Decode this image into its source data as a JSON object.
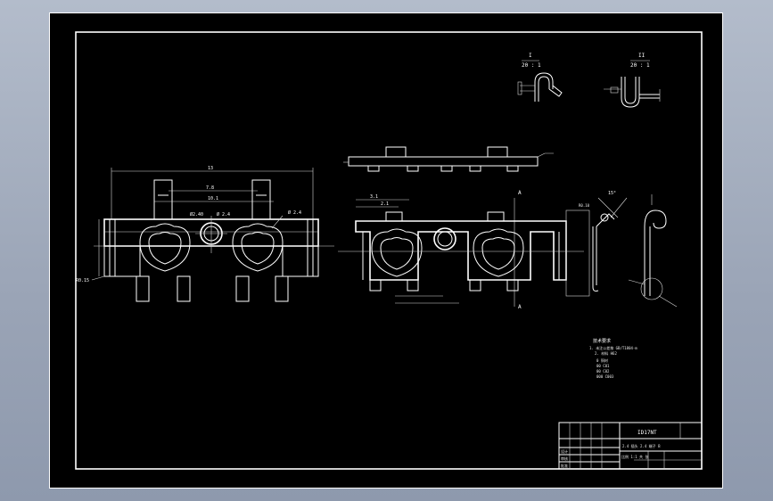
{
  "detail_views": {
    "view_1": {
      "label": "I",
      "scale": "20 : 1"
    },
    "view_2": {
      "label": "II",
      "scale": "20 : 1"
    }
  },
  "section_marks": {
    "top": "A",
    "bottom": "A"
  },
  "dimensions": {
    "overall_width": "13",
    "inner_width": "7.8",
    "gap_width": "10.1",
    "hole_left": "Ø2.40",
    "hole_label": "Ø 2.4",
    "hole_right": "Ø 2.4",
    "angle": "15°",
    "ref_left": "R0.15",
    "ref_tr": "R0.10",
    "dim_31": "3.1",
    "dim_21": "2.1"
  },
  "tech_notes": {
    "title": "技术要求",
    "lines": [
      "1. 未注公差按 GB/T1804-m",
      "2. 材料 H62"
    ],
    "materials": [
      "0  铜材",
      "00 C01",
      "00 C02",
      "000 C003"
    ]
  },
  "title_block": {
    "part_number": "ID17NT",
    "part_name": "2.4 插头 2.4 端子 B",
    "scale_row": "比例  1:1  共  张",
    "designer": "设计",
    "checker": "审核",
    "approver": "批准"
  }
}
